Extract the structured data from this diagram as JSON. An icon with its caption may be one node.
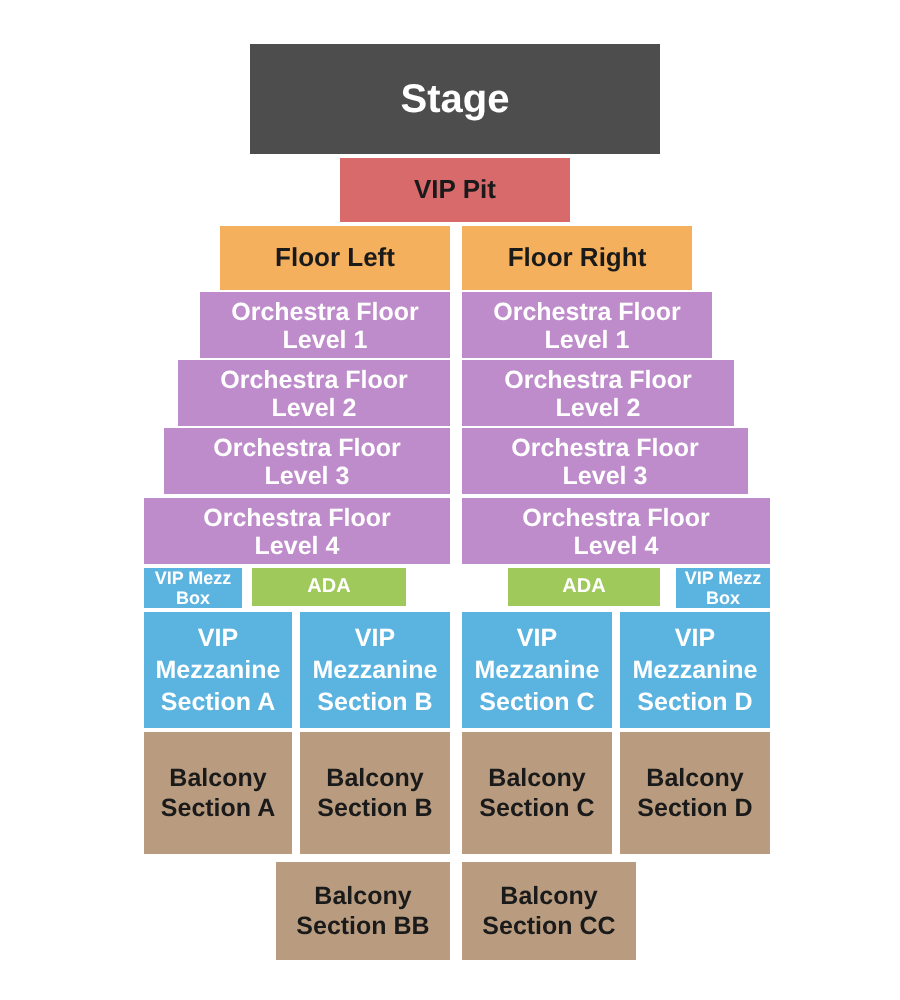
{
  "diagram": {
    "nodes": [
      {
        "text": [
          "Stage"
        ]
      },
      {
        "text": [
          "VIP Pit"
        ]
      },
      {
        "text": [
          "Floor Left"
        ]
      },
      {
        "text": [
          "Floor Right"
        ]
      },
      {
        "text": [
          "Orchestra Floor Level 1"
        ]
      },
      {
        "text": [
          "Orchestra Floor Level 1"
        ]
      },
      {
        "text": [
          "Orchestra Floor Level 2"
        ]
      },
      {
        "text": [
          "Orchestra Floor Level 2"
        ]
      },
      {
        "text": [
          "Orchestra Floor Level 3"
        ]
      },
      {
        "text": [
          "Orchestra Floor Level 3"
        ]
      },
      {
        "text": [
          "Orchestra Floor Level 4"
        ]
      },
      {
        "text": [
          "Orchestra Floor Level 4"
        ]
      },
      {
        "text": [
          "VIP Mezz Box"
        ]
      },
      {
        "text": [
          "ADA"
        ]
      },
      {
        "text": [
          "ADA"
        ]
      },
      {
        "text": [
          "VIP Mezz Box"
        ]
      },
      {
        "text": [
          "VIP Mezzanine Section A"
        ]
      },
      {
        "text": [
          "VIP Mezzanine Section B"
        ]
      },
      {
        "text": [
          "VIP Mezzanine Section C"
        ]
      },
      {
        "text": [
          "VIP Mezzanine Section D"
        ]
      },
      {
        "text": [
          "Balcony Section A"
        ]
      },
      {
        "text": [
          "Balcony Section B"
        ]
      },
      {
        "text": [
          "Balcony Section C"
        ]
      },
      {
        "text": [
          "Balcony Section D"
        ]
      },
      {
        "text": [
          "Balcony Section BB"
        ]
      },
      {
        "text": [
          "Balcony Section CC"
        ]
      }
    ]
  }
}
